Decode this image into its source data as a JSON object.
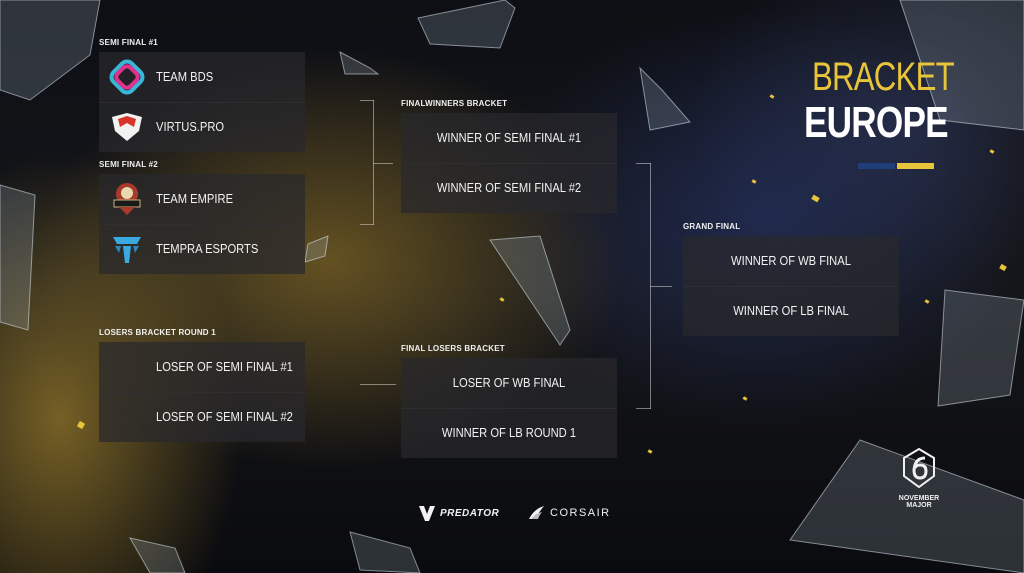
{
  "semi_final_1": {
    "label": "SEMI FINAL #1",
    "teams": [
      {
        "name": "TEAM BDS",
        "logo": "bds-logo"
      },
      {
        "name": "VIRTUS.PRO",
        "logo": "virtuspro-logo"
      }
    ]
  },
  "semi_final_2": {
    "label": "SEMI FINAL #2",
    "teams": [
      {
        "name": "TEAM EMPIRE",
        "logo": "empire-logo"
      },
      {
        "name": "TEMPRA ESPORTS",
        "logo": "tempra-logo"
      }
    ]
  },
  "losers_round_1": {
    "label": "LOSERS BRACKET ROUND 1",
    "slots": [
      "LOSER OF SEMI FINAL #1",
      "LOSER OF SEMI FINAL #2"
    ]
  },
  "final_winners": {
    "label": "FINALWINNERS BRACKET",
    "slots": [
      "WINNER OF SEMI FINAL #1",
      "WINNER OF SEMI FINAL #2"
    ]
  },
  "final_losers": {
    "label": "FINAL LOSERS BRACKET",
    "slots": [
      "LOSER OF WB FINAL",
      "WINNER OF LB ROUND 1"
    ]
  },
  "grand_final": {
    "label": "GRAND FINAL",
    "slots": [
      "WINNER OF WB FINAL",
      "WINNER OF LB FINAL"
    ]
  },
  "title": {
    "line1": "BRACKET",
    "line2": "EUROPE"
  },
  "sponsors": [
    "PREDATOR",
    "CORSAIR"
  ],
  "event": {
    "line1": "NOVEMBER",
    "line2": "MAJOR",
    "logo": "siege-6-logo"
  },
  "colors": {
    "accent_yellow": "#e7c43a",
    "accent_blue": "#1f3f7a",
    "box": "#28282c"
  }
}
